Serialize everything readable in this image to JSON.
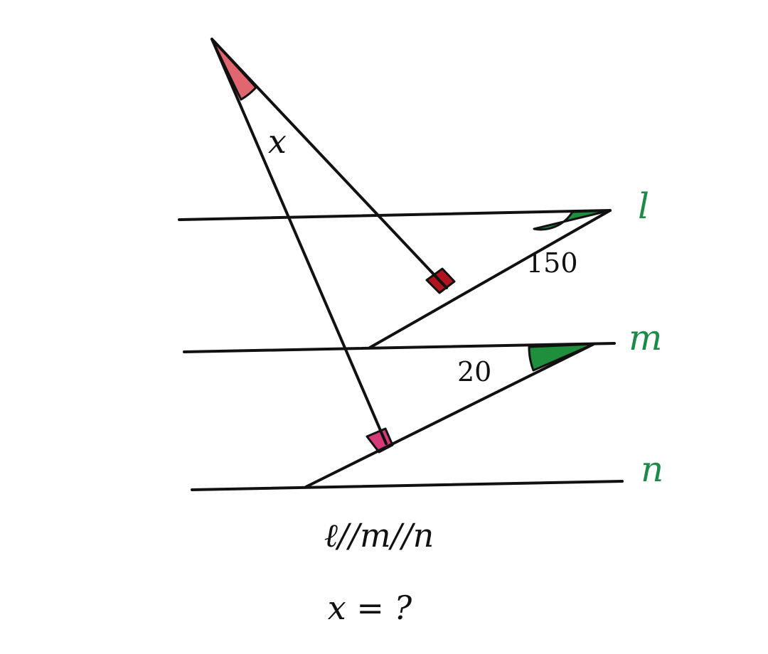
{
  "colors": {
    "line": "#111111",
    "line_label": "#1e8a47",
    "angle_green": "#1f8f3e",
    "apex_angle": "#e06670",
    "right_angle_upper": "#b0141e",
    "right_angle_lower": "#d63a78",
    "text": "#111111"
  },
  "lines": {
    "l": "l",
    "m": "m",
    "n": "n"
  },
  "angles": {
    "apex": "x",
    "upper": "150",
    "lower": "20"
  },
  "condition": "ℓ//m//n",
  "question": "x = ?"
}
